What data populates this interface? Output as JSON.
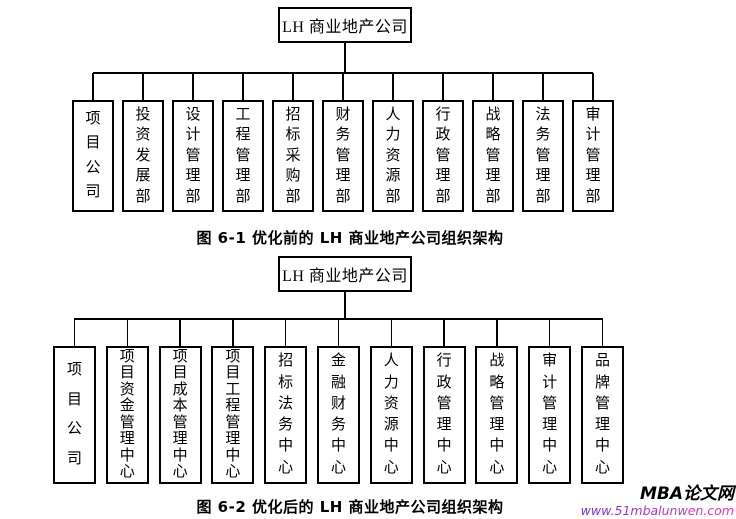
{
  "colors": {
    "line": "#000000",
    "box_border": "#000000",
    "url_gradient_start": "#6a35d8",
    "url_gradient_end": "#ff2fae",
    "site_name_color": "#000000",
    "background": "#ffffff"
  },
  "chart1": {
    "root_label": "LH 商业地产公司",
    "caption": "图 6-1 优化前的 LH 商业地产公司组织架构",
    "departments": [
      "项目公司",
      "投资发展部",
      "设计管理部",
      "工程管理部",
      "招标采购部",
      "财务管理部",
      "人力资源部",
      "行政管理部",
      "战略管理部",
      "法务管理部",
      "审计管理部"
    ]
  },
  "chart2": {
    "root_label": "LH 商业地产公司",
    "caption": "图 6-2 优化后的 LH 商业地产公司组织架构",
    "departments": [
      "项目公司",
      "项目资金管理中心",
      "项目成本管理中心",
      "项目工程管理中心",
      "招标法务中心",
      "金融财务中心",
      "人力资源中心",
      "行政管理中心",
      "战略管理中心",
      "审计管理中心",
      "品牌管理中心"
    ]
  },
  "footer": {
    "site_name": "MBA论文网",
    "site_url": "www.51mbalunwen.com"
  }
}
